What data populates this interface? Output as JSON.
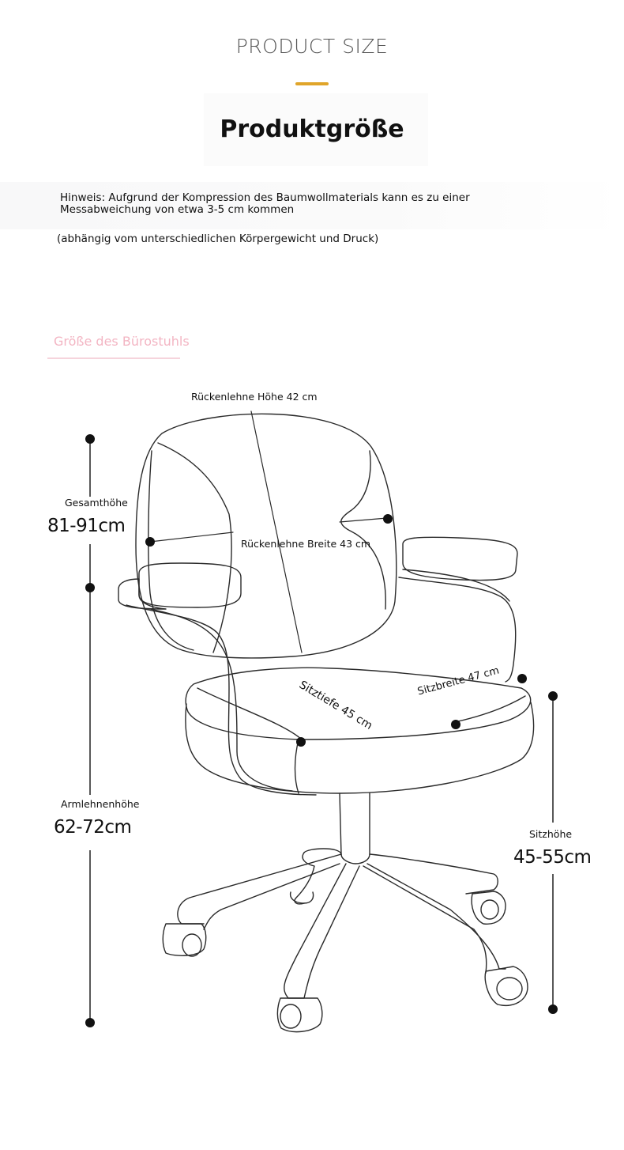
{
  "header": {
    "title_en": "PRODUCT SIZE",
    "title_de": "Produktgröße",
    "accent_color": "#e0a52a"
  },
  "notes": {
    "line1": "Hinweis: Aufgrund der Kompression des Baumwollmaterials kann es zu einer Messabweichung von etwa 3-5 cm kommen",
    "line2": "(abhängig vom unterschiedlichen Körpergewicht und Druck)"
  },
  "section": {
    "label": "Größe des Bürostuhls",
    "label_color": "#f3b5c3"
  },
  "dimensions": {
    "backrest_height": "Rückenlehne Höhe 42 cm",
    "backrest_width": "Rückenlehne Breite 43 cm",
    "seat_depth": "Sitztiefe 45 cm",
    "seat_width": "Sitzbreite 47 cm",
    "total_height_label": "Gesamthöhe",
    "total_height_value": "81-91cm",
    "armrest_height_label": "Armlehnenhöhe",
    "armrest_height_value": "62-72cm",
    "seat_height_label": "Sitzhöhe",
    "seat_height_value": "45-55cm"
  },
  "illustration": {
    "subject": "office chair line drawing",
    "icon": "chair-illustration"
  }
}
